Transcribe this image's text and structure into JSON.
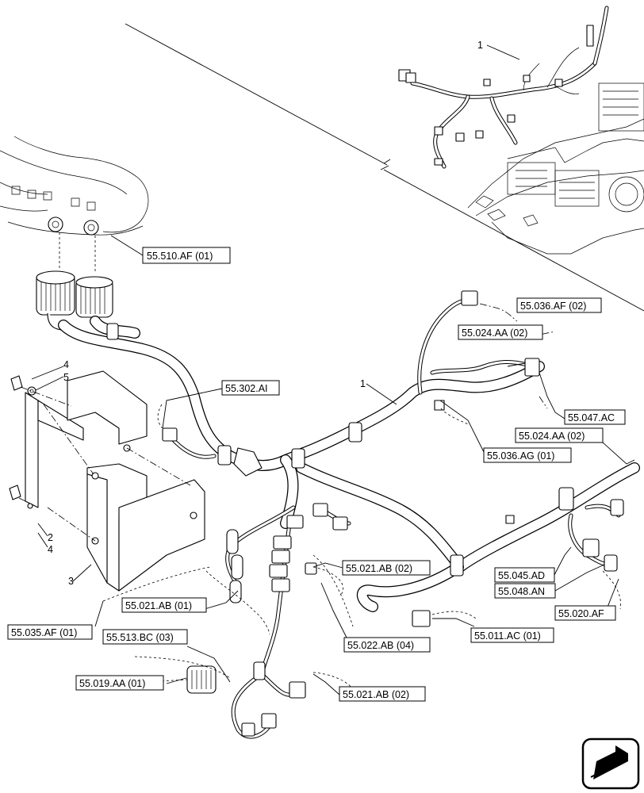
{
  "callouts": {
    "c_55_510_AF_01": "55.510.AF (01)",
    "c_55_036_AF_02": "55.036.AF (02)",
    "c_55_024_AA_02_a": "55.024.AA (02)",
    "c_55_302_AI": "55.302.AI",
    "c_55_047_AC": "55.047.AC",
    "c_55_024_AA_02_b": "55.024.AA (02)",
    "c_55_036_AG_01": "55.036.AG (01)",
    "c_55_021_AB_02_a": "55.021.AB (02)",
    "c_55_045_AD": "55.045.AD",
    "c_55_048_AN": "55.048.AN",
    "c_55_020_AF": "55.020.AF",
    "c_55_021_AB_01": "55.021.AB (01)",
    "c_55_035_AF_01": "55.035.AF (01)",
    "c_55_011_AC_01": "55.011.AC (01)",
    "c_55_513_BC_03": "55.513.BC (03)",
    "c_55_022_AB_04": "55.022.AB (04)",
    "c_55_019_AA_01": "55.019.AA (01)",
    "c_55_021_AB_02_b": "55.021.AB (02)"
  },
  "item_numbers": {
    "n1_inset": "1",
    "n1_main": "1",
    "n2": "2",
    "n3": "3",
    "n4_top": "4",
    "n4_bottom": "4",
    "n5": "5"
  },
  "icons": {
    "navigation": "return-arrow-icon"
  }
}
